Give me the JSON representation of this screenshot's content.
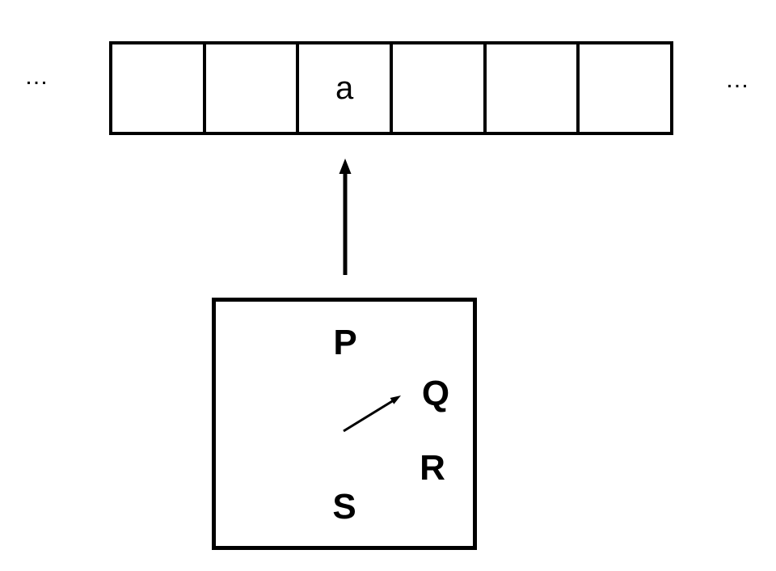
{
  "colors": {
    "background": "#ffffff",
    "ink": "#000000"
  },
  "ellipsis_left": "…",
  "ellipsis_right": "…",
  "tape": {
    "cells": [
      "",
      "",
      "a",
      "",
      "",
      ""
    ],
    "head_cell_index": 2,
    "head_symbol": "a"
  },
  "control_box": {
    "states": [
      {
        "label": "P"
      },
      {
        "label": "Q"
      },
      {
        "label": "R"
      },
      {
        "label": "S"
      }
    ],
    "pointer_target": "Q"
  }
}
